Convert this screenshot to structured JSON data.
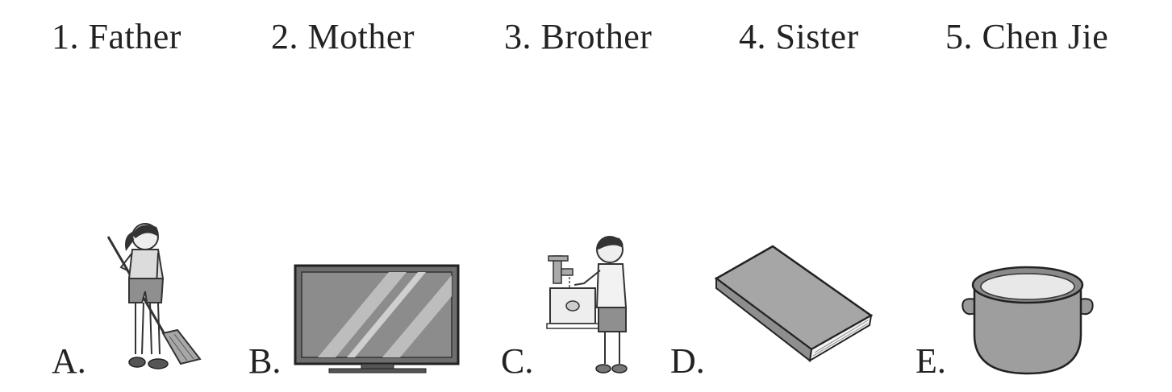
{
  "names": [
    {
      "label": "1. Father"
    },
    {
      "label": "2. Mother"
    },
    {
      "label": "3. Brother"
    },
    {
      "label": "4. Sister"
    },
    {
      "label": "5. Chen Jie"
    }
  ],
  "options": [
    {
      "letter": "A.",
      "picture": "girl-sweeping-floor"
    },
    {
      "letter": "B.",
      "picture": "television"
    },
    {
      "letter": "C.",
      "picture": "boy-washing-hands"
    },
    {
      "letter": "D.",
      "picture": "book"
    },
    {
      "letter": "E.",
      "picture": "cooking-pot"
    }
  ],
  "colors": {
    "ink": "#222222",
    "gray_fill": "#9a9a9a",
    "light_fill": "#d4d4d4"
  }
}
